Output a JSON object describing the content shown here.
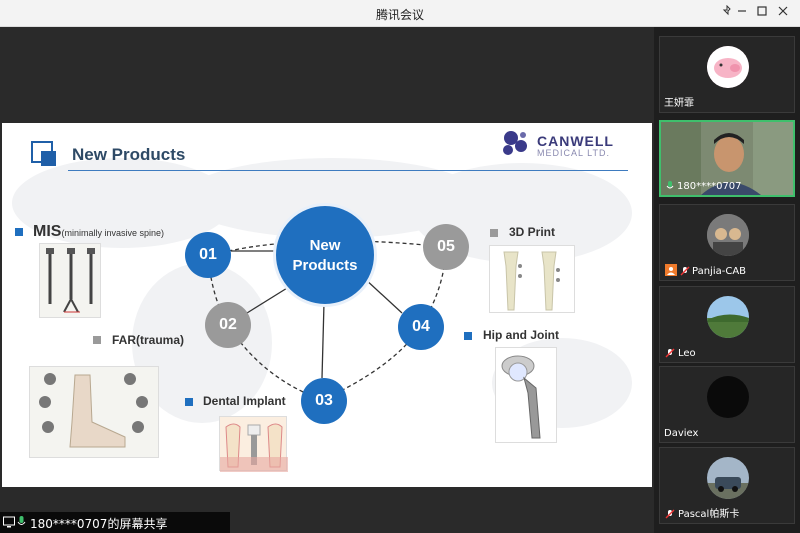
{
  "window": {
    "title": "腾讯会议"
  },
  "slide": {
    "title": "New Products",
    "logo": {
      "name": "CANWELL",
      "sub": "MEDICAL LTD."
    },
    "center": {
      "line1": "New",
      "line2": "Products"
    },
    "nodes": [
      "01",
      "02",
      "03",
      "04",
      "05"
    ],
    "categories": {
      "mis": "MIS",
      "mis_sub": "(minimally invasive spine)",
      "far": "FAR(trauma)",
      "dental": "Dental Implant",
      "hip": "Hip and Joint",
      "print3d": "3D Print"
    }
  },
  "participants": [
    {
      "name": "王妍霏",
      "avatar": "pig-avatar-icon"
    },
    {
      "name": "180****0707",
      "avatar": "video-feed",
      "active": true
    },
    {
      "name": "Panjia-CAB",
      "avatar": "group-photo-avatar"
    },
    {
      "name": "Leo",
      "avatar": "landscape-avatar"
    },
    {
      "name": "Daviex",
      "avatar": "dark-avatar"
    },
    {
      "name": "Pascal帕斯卡",
      "avatar": "car-photo-avatar"
    }
  ],
  "share_status": "180****0707的屏幕共享",
  "colors": {
    "accent": "#1f5fa8",
    "node_gray": "#9a9a9a",
    "active_border": "#3fbf6c"
  }
}
